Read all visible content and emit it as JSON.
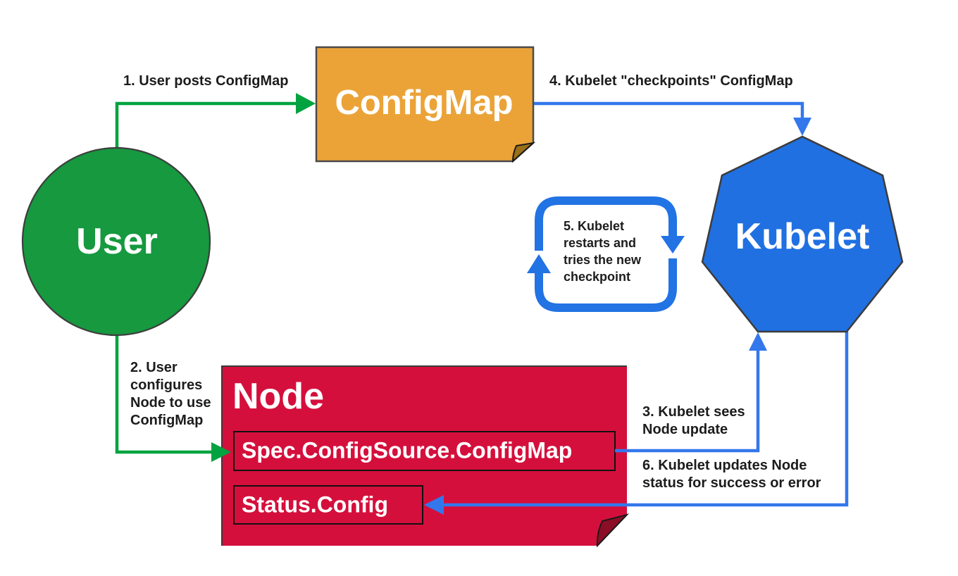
{
  "nodes": {
    "user": {
      "label": "User",
      "fill": "#16993F"
    },
    "configmap": {
      "label": "ConfigMap",
      "fill": "#EBA338",
      "fold_fill": "#9A7118"
    },
    "kubelet": {
      "label": "Kubelet",
      "fill": "#2070E2"
    },
    "node": {
      "label": "Node",
      "fill": "#D50F3C",
      "fold_fill": "#8B0E26",
      "fields": [
        {
          "label": "Spec.ConfigSource.ConfigMap"
        },
        {
          "label": "Status.Config"
        }
      ]
    }
  },
  "arrows": {
    "green_color": "#00A33F",
    "blue_color": "#3377EC",
    "loop_color": "#2273E3",
    "step1": {
      "label": "1. User posts ConfigMap"
    },
    "step2": {
      "label": "2. User\nconfigures\nNode to use\nConfigMap"
    },
    "step3": {
      "label": "3. Kubelet sees\nNode update"
    },
    "step4": {
      "label": "4. Kubelet \"checkpoints\" ConfigMap"
    },
    "step5": {
      "label": "5. Kubelet\nrestarts and\ntries the new\ncheckpoint"
    },
    "step6": {
      "label": "6. Kubelet updates Node\nstatus for success or error"
    }
  }
}
